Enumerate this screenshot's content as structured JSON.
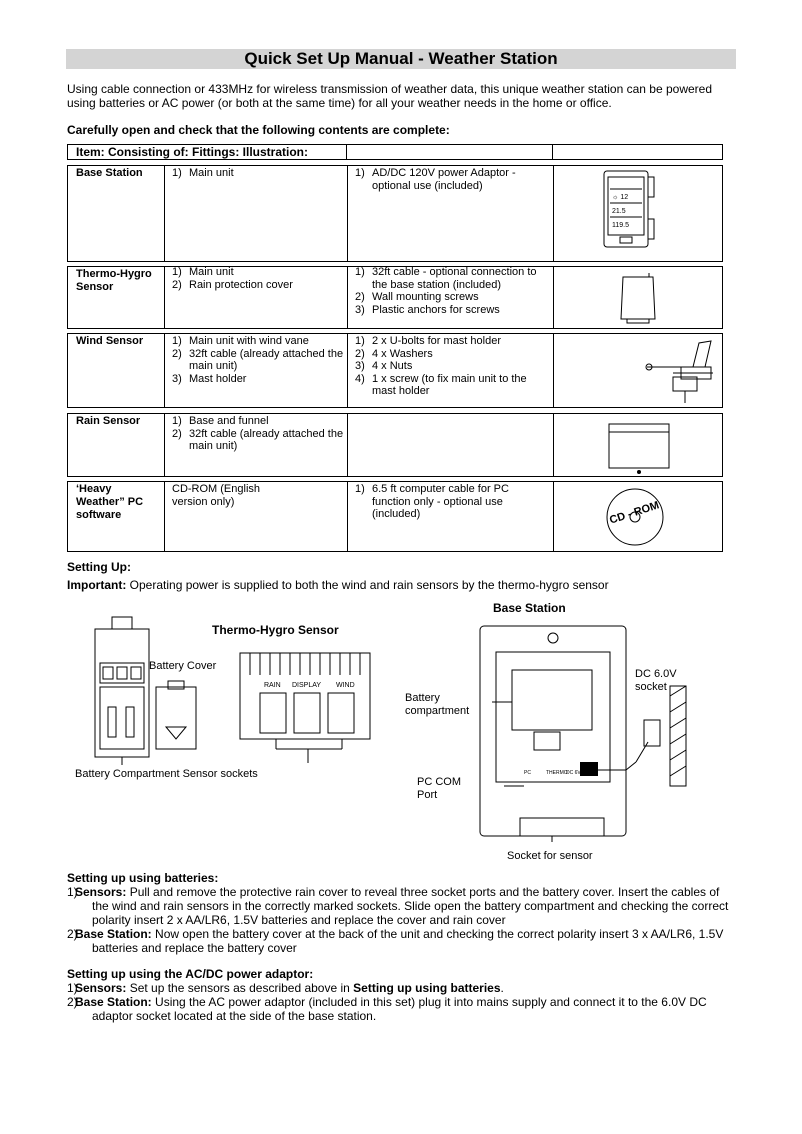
{
  "title": "Quick Set Up Manual - Weather Station",
  "intro": "Using cable connection or 433MHz for wireless transmission of weather data, this unique weather station can be powered using batteries or AC power (or both at the same time) for all your weather needs in the home or office.",
  "contents_heading": "Carefully open and check that the following contents are complete:",
  "table_header": "Item:  Consisting of:  Fittings:  Illustration:",
  "rows": [
    {
      "item": "Base Station",
      "consisting": [
        "Main unit"
      ],
      "fittings": [
        "AD/DC 120V power Adaptor - optional use (included)"
      ]
    },
    {
      "item": "Thermo-Hygro Sensor",
      "consisting": [
        "Main unit",
        "Rain protection cover"
      ],
      "fittings": [
        "32ft cable - optional connection to the base station (included)",
        "Wall mounting screws",
        "Plastic anchors for screws"
      ]
    },
    {
      "item": "Wind Sensor",
      "consisting": [
        "Main unit with wind vane",
        "32ft cable (already attached the main unit)",
        "Mast holder"
      ],
      "fittings": [
        "2 x U-bolts for mast holder",
        "4 x Washers",
        "4 x Nuts",
        "1 x screw (to fix main unit to the mast holder"
      ]
    },
    {
      "item": "Rain Sensor",
      "consisting": [
        "Base and funnel",
        "32ft cable (already attached the main unit)"
      ],
      "fittings": []
    },
    {
      "item": "‘Heavy Weather” PC software",
      "consisting_text": "CD-ROM (English version only)",
      "fittings": [
        "6.5 ft computer cable for PC function only - optional use (included)"
      ]
    }
  ],
  "cd_label": "CD - ROM",
  "setting_up_heading": "Setting Up:",
  "important_label": "Important:",
  "important_text": " Operating power is supplied to both the wind and rain sensors by the thermo-hygro sensor",
  "diagram": {
    "thermo_title": "Thermo-Hygro Sensor",
    "battery_cover": "Battery Cover",
    "battery_compartment_sensor_sockets": "Battery Compartment  Sensor sockets",
    "socket_labels": [
      "RAIN",
      "DISPLAY",
      "WIND"
    ],
    "base_title": "Base Station",
    "battery_compartment": "Battery compartment",
    "pc_com_port": "PC COM Port",
    "dc_socket": "DC 6.0V socket",
    "socket_for_sensor": "Socket for sensor"
  },
  "batteries": {
    "heading": "Setting up using batteries:",
    "steps": [
      {
        "n": "1)",
        "bold": "Sensors:",
        "text": " Pull and remove the protective rain cover to reveal three socket ports and the battery cover.  Insert the cables of the wind and rain sensors in the correctly marked sockets.  Slide open the battery compartment and checking the correct polarity insert 2 x AA/LR6, 1.5V batteries and replace the cover and rain cover"
      },
      {
        "n": "2)",
        "bold": "Base Station:",
        "text": " Now open the battery cover at the back of the unit and checking the correct polarity insert 3 x AA/LR6, 1.5V batteries and replace the battery cover"
      }
    ]
  },
  "adaptor": {
    "heading": "Setting up using the AC/DC power adaptor:",
    "step1_n": "1)",
    "step1_bold": "Sensors:",
    "step1_text": " Set up the sensors as described above in ",
    "step1_ref": "Setting up using batteries",
    "step1_end": ".",
    "step2_n": "2)",
    "step2_bold": "Base Station:",
    "step2_text": " Using the AC power adaptor (included in this set) plug it into mains supply and connect it to the 6.0V DC adaptor socket located at the side of the base station."
  }
}
